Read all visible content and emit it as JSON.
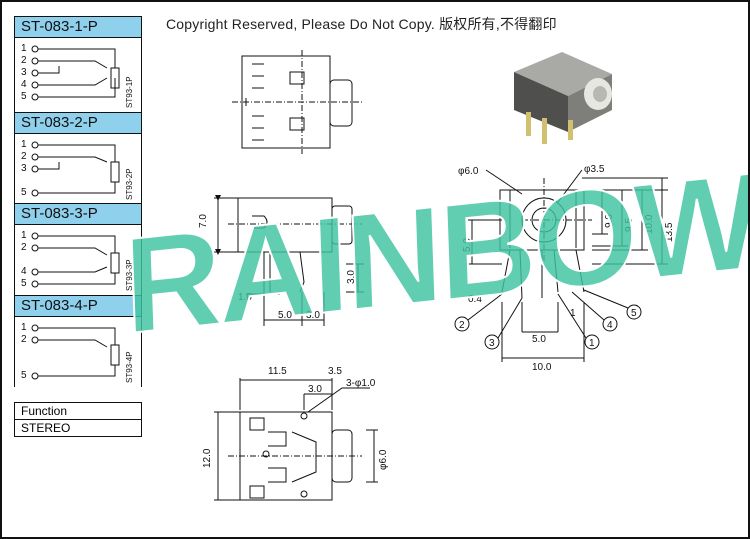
{
  "copyright": "Copyright Reserved, Please Do Not Copy. 版权所有,不得翻印",
  "watermark": "RAINBOW",
  "colors": {
    "header_fill": "#8fd0ec",
    "watermark": "#3ec3a0",
    "line": "#111111"
  },
  "variants": [
    {
      "name": "ST-083-1-P",
      "code": "ST93-1P",
      "pins": [
        "1",
        "2",
        "3",
        "4",
        "5"
      ]
    },
    {
      "name": "ST-083-2-P",
      "code": "ST93-2P",
      "pins": [
        "1",
        "2",
        "3",
        "5"
      ]
    },
    {
      "name": "ST-083-3-P",
      "code": "ST93-3P",
      "pins": [
        "1",
        "2",
        "4",
        "5"
      ]
    },
    {
      "name": "ST-083-4-P",
      "code": "ST93-4P",
      "pins": [
        "1",
        "2",
        "5"
      ]
    }
  ],
  "function_table": {
    "header": "Function",
    "value": "STEREO"
  },
  "dimensions": {
    "side_height": "7.0",
    "side_pin": "3.0",
    "side_pin_w": "1.0",
    "side_spacing_a": "5.0",
    "side_spacing_b": "3.0",
    "front_dia_large": "φ6.0",
    "front_dia_small": "φ3.5",
    "front_h_a": "5.0",
    "front_h_b": "9.0",
    "front_h_c": "9.5",
    "front_h_d": "10.0",
    "front_h_e": "13.5",
    "front_pin_t": "0.4",
    "front_spacing": "5.0",
    "front_width": "10.0",
    "front_pin_label": "1",
    "bottom_width": "11.5",
    "bottom_w2": "3.5",
    "bottom_w3": "3.0",
    "bottom_holes": "3-φ1.0",
    "bottom_height": "12.0",
    "bottom_dia": "φ6.0"
  },
  "pin_callouts": [
    "2",
    "3",
    "1",
    "4",
    "5"
  ]
}
